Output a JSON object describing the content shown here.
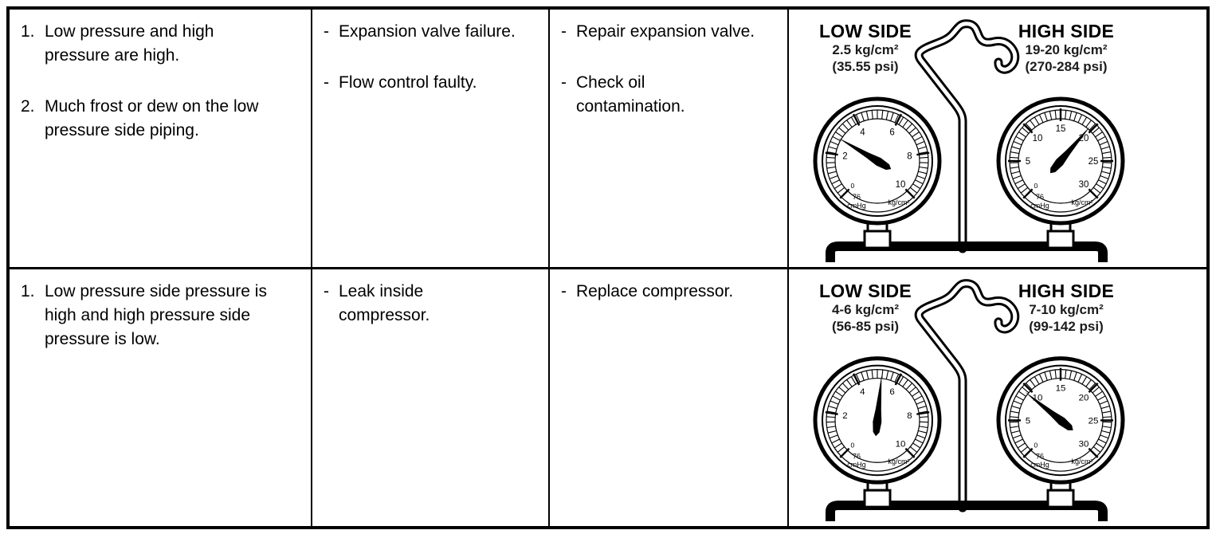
{
  "colors": {
    "ink": "#000000",
    "paper": "#ffffff"
  },
  "rows": [
    {
      "symptoms": [
        {
          "marker": "1.",
          "text": "Low pressure and high\npressure are high."
        },
        {
          "marker": "2.",
          "text": "Much frost or dew on the low\npressure side piping."
        }
      ],
      "causes": [
        {
          "marker": "-",
          "text": "Expansion valve failure."
        },
        {
          "marker": "-",
          "text": "Flow control faulty."
        }
      ],
      "remedies": [
        {
          "marker": "-",
          "text": "Repair expansion valve."
        },
        {
          "marker": "-",
          "text": "Check oil\ncontamination."
        }
      ],
      "gauges": {
        "low": {
          "label": "LOW SIDE",
          "pressure": "2.5 kg/cm²",
          "psi": "(35.55 psi)",
          "scale_max": 10,
          "scale_numbers": [
            2,
            4,
            6,
            8,
            10
          ],
          "zero_label": "0",
          "needle_value": 2.8,
          "vacuum_label": "76",
          "vacuum_unit": "cmHg",
          "unit": "kg/cm²"
        },
        "high": {
          "label": "HIGH SIDE",
          "pressure": "19-20 kg/cm²",
          "psi": "(270-284 psi)",
          "scale_max": 30,
          "scale_numbers": [
            5,
            10,
            15,
            20,
            25,
            30
          ],
          "zero_label": "0",
          "needle_value": 19.5,
          "vacuum_label": "76",
          "vacuum_unit": "cmHg",
          "unit": "kg/cm²"
        }
      }
    },
    {
      "symptoms": [
        {
          "marker": "1.",
          "text": "Low pressure side pressure is\nhigh and high pressure side\npressure is low."
        }
      ],
      "causes": [
        {
          "marker": "-",
          "text": "Leak inside\ncompressor."
        }
      ],
      "remedies": [
        {
          "marker": "-",
          "text": "Replace compressor."
        }
      ],
      "gauges": {
        "low": {
          "label": "LOW SIDE",
          "pressure": "4-6 kg/cm²",
          "psi": "(56-85 psi)",
          "scale_max": 10,
          "scale_numbers": [
            2,
            4,
            6,
            8,
            10
          ],
          "zero_label": "0",
          "needle_value": 5.2,
          "vacuum_label": "76",
          "vacuum_unit": "cmHg",
          "unit": "kg/cm²"
        },
        "high": {
          "label": "HIGH SIDE",
          "pressure": "7-10 kg/cm²",
          "psi": "(99-142 psi)",
          "scale_max": 30,
          "scale_numbers": [
            5,
            10,
            15,
            20,
            25,
            30
          ],
          "zero_label": "0",
          "needle_value": 9.3,
          "vacuum_label": "76",
          "vacuum_unit": "cmHg",
          "unit": "kg/cm²"
        }
      }
    }
  ]
}
